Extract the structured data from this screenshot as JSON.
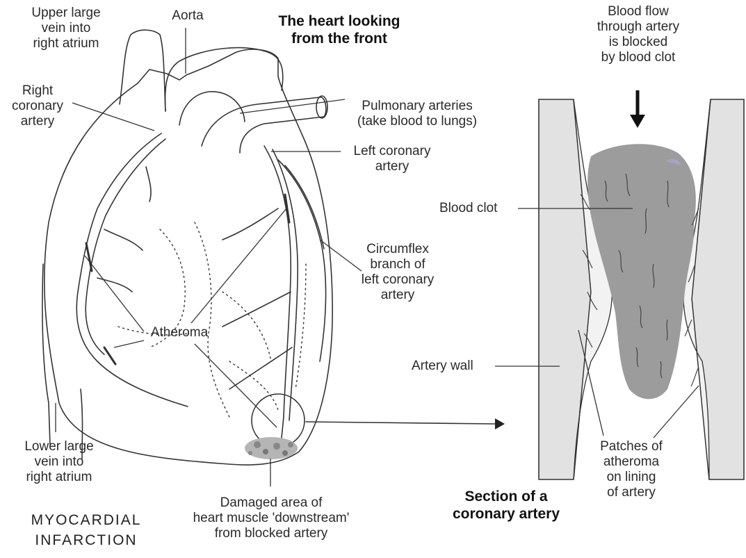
{
  "heart_title": "The heart looking\nfrom the front",
  "section_title": "Section of a\ncoronary artery",
  "condition": "MYOCARDIAL\nINFARCTION",
  "labels": {
    "upper_vein": "Upper large\nvein into\nright atrium",
    "aorta": "Aorta",
    "right_coronary": "Right\ncoronary\nartery",
    "pulmonary": "Pulmonary arteries\n(take blood to lungs)",
    "left_coronary": "Left coronary\nartery",
    "circumflex": "Circumflex\nbranch of\nleft coronary\nartery",
    "atheroma": "Atheroma",
    "lower_vein": "Lower large\nvein into\nright atrium",
    "damaged": "Damaged area of\nheart muscle 'downstream'\nfrom blocked artery",
    "blood_flow": "Blood flow\nthrough artery\nis blocked\nby blood clot",
    "blood_clot": "Blood clot",
    "artery_wall": "Artery wall",
    "patches": "Patches of\natheroma\non lining\nof artery"
  }
}
